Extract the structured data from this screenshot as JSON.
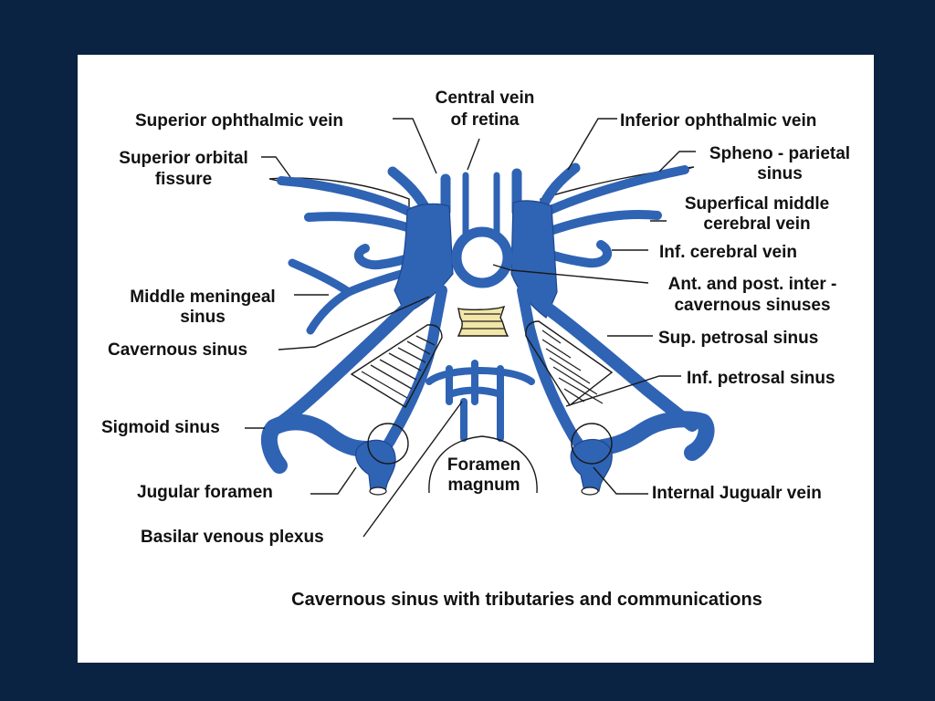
{
  "labels": {
    "superior_ophthalmic_vein": "Superior ophthalmic vein",
    "central_vein_line1": "Central vein",
    "central_vein_line2": "of retina",
    "inferior_ophthalmic_vein": "Inferior ophthalmic vein",
    "superior_orbital_line1": "Superior orbital",
    "superior_orbital_line2": "fissure",
    "spheno_parietal_line1": "Spheno - parietal",
    "spheno_parietal_line2": "sinus",
    "superficial_middle_line1": "Superfical middle",
    "superficial_middle_line2": "cerebral vein",
    "inf_cerebral_vein": "Inf. cerebral vein",
    "intercavernous_line1": "Ant. and post. inter -",
    "intercavernous_line2": "cavernous sinuses",
    "middle_meningeal_line1": "Middle meningeal",
    "middle_meningeal_line2": "sinus",
    "sup_petrosal_sinus": "Sup. petrosal sinus",
    "cavernous_sinus": "Cavernous sinus",
    "inf_petrosal_sinus": "Inf. petrosal sinus",
    "sigmoid_sinus": "Sigmoid sinus",
    "foramen_magnum_line1": "Foramen",
    "foramen_magnum_line2": "magnum",
    "jugular_foramen": "Jugular foramen",
    "internal_jugular_vein": "Internal Jugualr vein",
    "basilar_venous_plexus": "Basilar venous plexus"
  },
  "caption": "Cavernous sinus with tributaries and communications",
  "colors": {
    "background": "#0a2342",
    "slide": "#ffffff",
    "vein": "#2f63b4",
    "sella": "#f2e6a8"
  }
}
